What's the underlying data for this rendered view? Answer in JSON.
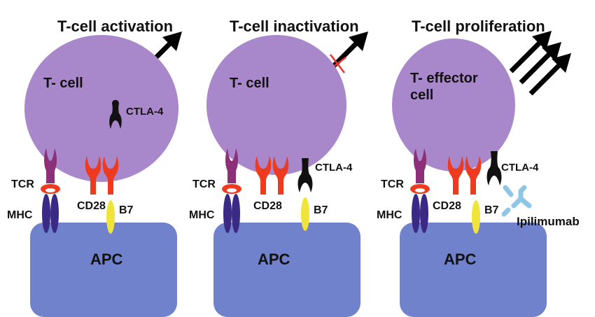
{
  "panels": [
    {
      "title": "T-cell activation",
      "cell_label_lines": [
        "T- cell"
      ],
      "tcr": "TCR",
      "mhc": "MHC",
      "cd28": "CD28",
      "b7": "B7",
      "ctla4": "CTLA-4",
      "apc": "APC"
    },
    {
      "title": "T-cell inactivation",
      "cell_label_lines": [
        "T- cell"
      ],
      "tcr": "TCR",
      "mhc": "MHC",
      "cd28": "CD28",
      "b7": "B7",
      "ctla4": "CTLA-4",
      "apc": "APC"
    },
    {
      "title": "T-cell proliferation",
      "cell_label_lines": [
        "T- effector",
        "cell"
      ],
      "tcr": "TCR",
      "mhc": "MHC",
      "cd28": "CD28",
      "b7": "B7",
      "ctla4": "CTLA-4",
      "apc": "APC",
      "antibody": "Ipilimumab"
    }
  ],
  "colors": {
    "tcell": "#a987cb",
    "apc": "#6f82cb",
    "tcr": "#8e2f7a",
    "mhc": "#3a2a86",
    "cd28": "#ee3b1f",
    "b7": "#f0e43a",
    "ctla4": "#111111",
    "antibody": "#8fc6e6",
    "cross": "#e8332a",
    "arrow": "#000000"
  },
  "icons": [
    "arrow-icon",
    "cross-icon",
    "y-shape-receptor-icon",
    "antibody-icon"
  ]
}
